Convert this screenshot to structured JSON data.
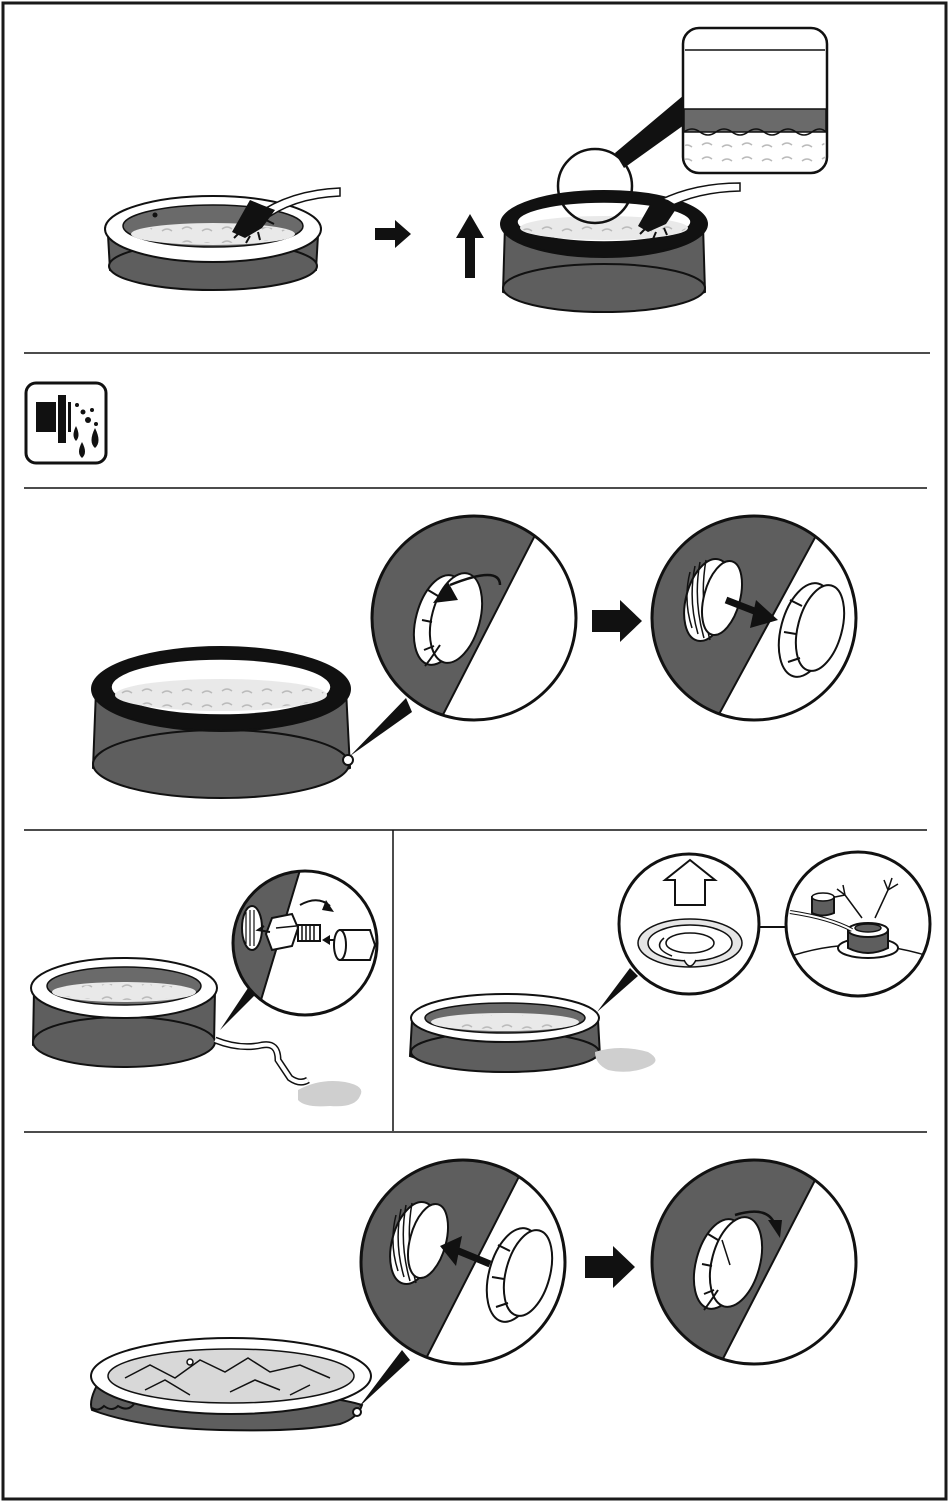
{
  "page": {
    "colors": {
      "border": "#1a1a1a",
      "pool_wall": "#5e5e5e",
      "ring_light": "#ffffff",
      "ring_dark": "#111111",
      "water": "#e9e9e9",
      "puddle": "#cfcfcf",
      "magnifier_bg": "#ffffff"
    }
  },
  "sections": [
    {
      "id": "fill-pool",
      "steps": 2
    },
    {
      "id": "maintenance-icon",
      "icon": "spray-water-icon"
    },
    {
      "id": "remove-drain-cap",
      "steps": 2
    },
    {
      "id": "drain-hose-and-valve",
      "steps": 2
    },
    {
      "id": "reinstall-drain-cap",
      "steps": 2
    }
  ]
}
